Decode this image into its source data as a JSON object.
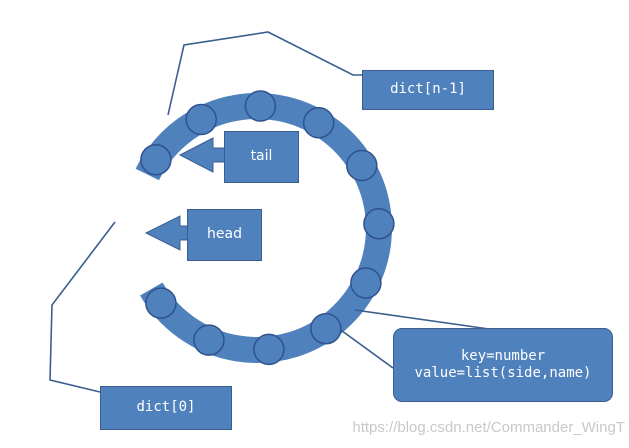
{
  "colors": {
    "ring": "#4f81bd",
    "node_fill": "#4f81bd",
    "node_stroke": "#2f528f",
    "box_fill": "#4f81bd",
    "connector": "#3a5f8f",
    "background": "#ffffff"
  },
  "labels": {
    "dict_last": "dict[n-1]",
    "tail": "tail",
    "head": "head",
    "entry_key": "key=number",
    "entry_value": "value=list(side,name)",
    "dict_first": "dict[0]"
  },
  "ring_nodes_count": 11,
  "watermark": "https://blog.csdn.net/Commander_WingT"
}
